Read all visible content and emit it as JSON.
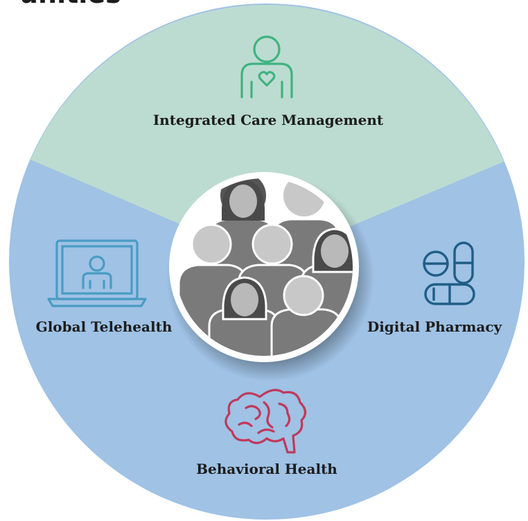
{
  "header": {
    "title_fragment": "unities"
  },
  "wheel": {
    "segments": [
      {
        "id": "integrated-care",
        "label": "Integrated Care Management",
        "color": "#bcdcd2",
        "icon": "person-heart-icon",
        "icon_color": "#3fb37f"
      },
      {
        "id": "telehealth",
        "label": "Global Telehealth",
        "color": "#9fc2e5",
        "icon": "laptop-person-icon",
        "icon_color": "#4a9bc4"
      },
      {
        "id": "pharmacy",
        "label": "Digital Pharmacy",
        "color": "#9fc2e5",
        "icon": "pills-icon",
        "icon_color": "#1f5d86"
      },
      {
        "id": "behavioral",
        "label": "Behavioral Health",
        "color": "#9fc2e5",
        "icon": "brain-icon",
        "icon_color": "#c0395b"
      }
    ],
    "center": {
      "icon": "people-group-icon"
    }
  }
}
